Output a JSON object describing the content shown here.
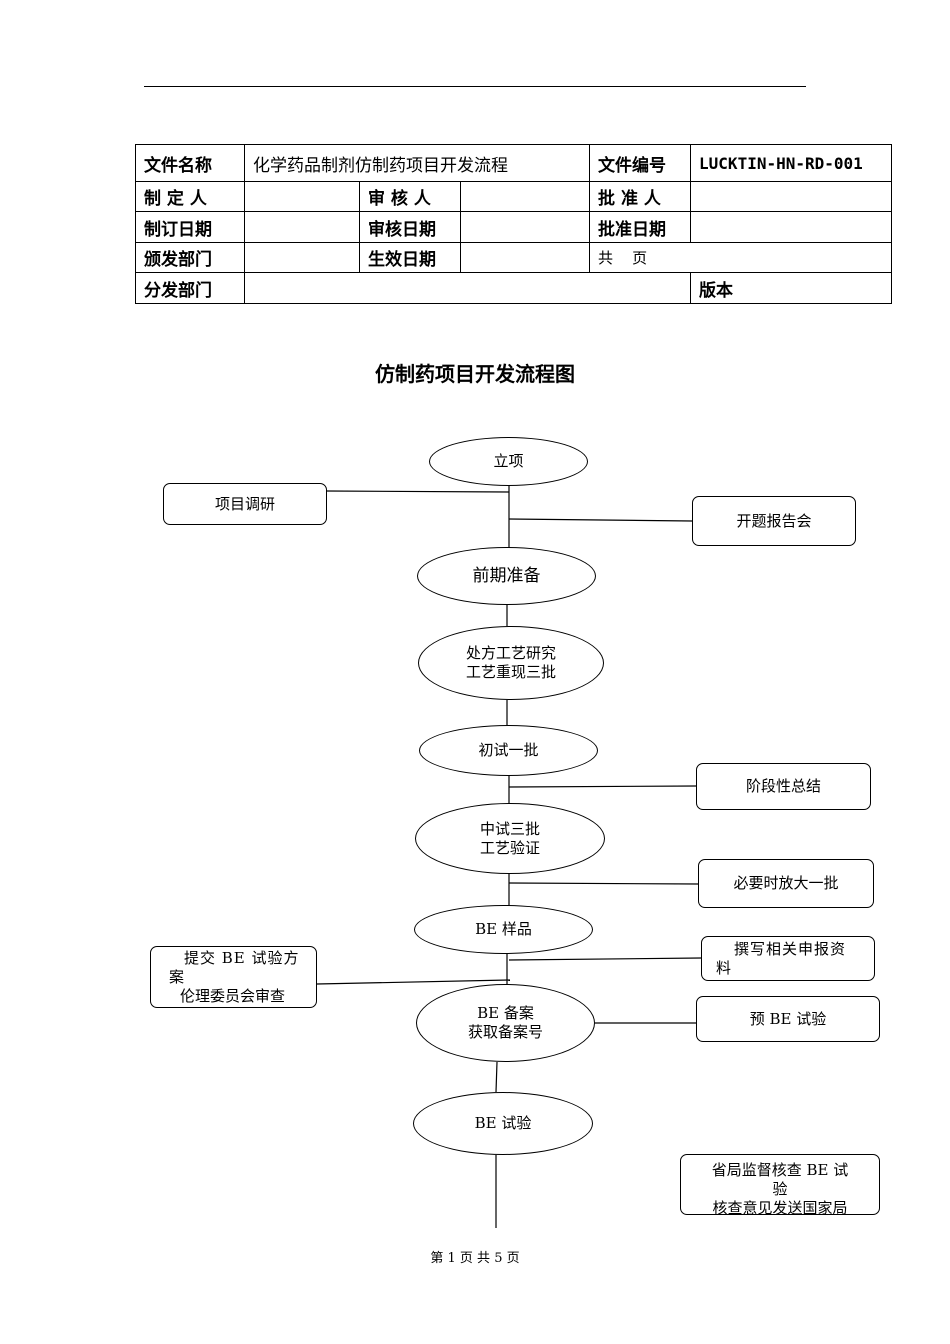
{
  "header_table": {
    "r1": {
      "c1": "文件名称",
      "c2": "化学药品制剂仿制药项目开发流程",
      "c3": "文件编号",
      "c4": "LUCKTIN-HN-RD-001"
    },
    "r2": {
      "c1": "制 定 人",
      "c3": "审 核 人",
      "c5": "批 准 人"
    },
    "r3": {
      "c1": "制订日期",
      "c3": "审核日期",
      "c5": "批准日期"
    },
    "r4": {
      "c1": "颁发部门",
      "c3": "生效日期",
      "c5": "共    页"
    },
    "r5": {
      "c1": "分发部门",
      "c3": "版本"
    }
  },
  "chart_title": "仿制药项目开发流程图",
  "flow": {
    "lixiang": "立项",
    "xiangmu_diaoyan": "项目调研",
    "kaiti_baogaohui": "开题报告会",
    "qianqi_zhunbei": "前期准备",
    "chufang_1": "处方工艺研究",
    "chufang_2": "工艺重现三批",
    "chushi": "初试一批",
    "jieduan_zongjie": "阶段性总结",
    "zhongshi_1": "中试三批",
    "zhongshi_2": "工艺验证",
    "fangda": "必要时放大一批",
    "be_yangpin": "BE 样品",
    "zhuanxie_1": "撰写相关申报资",
    "zhuanxie_2": "料",
    "tijiao_1": "提交 BE 试验方",
    "tijiao_2": "案",
    "tijiao_3": "伦理委员会审查",
    "beian_1": "BE 备案",
    "beian_2": "获取备案号",
    "yu_be": "预 BE 试验",
    "be_shiyan": "BE 试验",
    "shengju_1": "省局监督核查 BE 试",
    "shengju_2": "验",
    "shengju_3": "核查意见发送国家局"
  },
  "footer": "第 1 页 共 5 页"
}
